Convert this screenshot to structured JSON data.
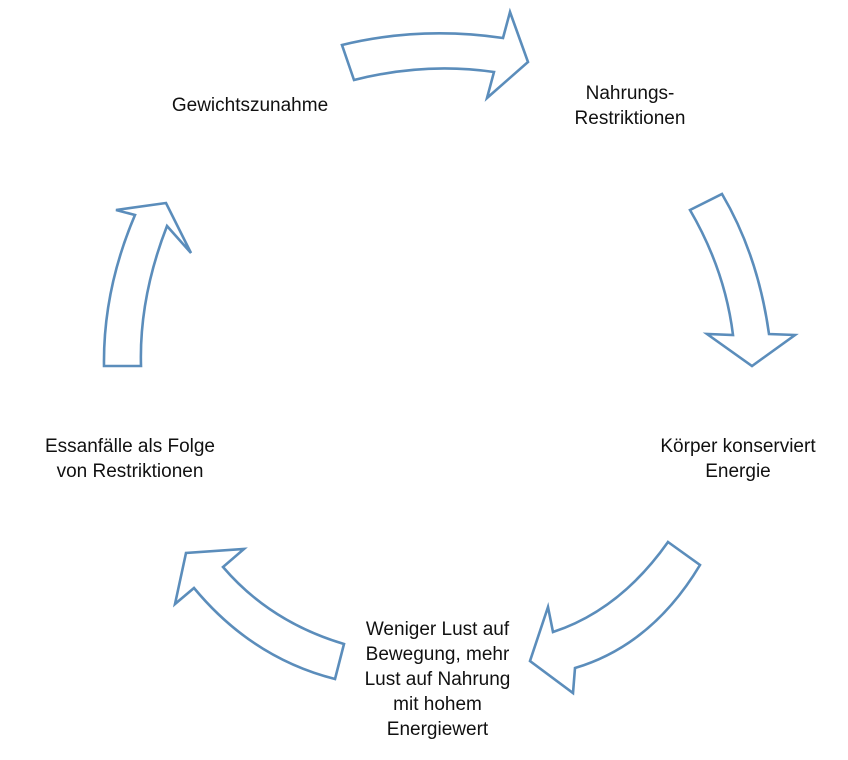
{
  "diagram": {
    "arrow_color": "#5b8dbb",
    "text_color": "#111111",
    "nodes": [
      {
        "id": "gewicht",
        "label": "Gewichtszunahme"
      },
      {
        "id": "nahrung",
        "label": "Nahrungs-\nRestriktionen"
      },
      {
        "id": "koerper",
        "label": "Körper konserviert\nEnergie"
      },
      {
        "id": "lust",
        "label": "Weniger Lust auf\nBewegung, mehr\nLust auf Nahrung\nmit hohem\nEnergiewert"
      },
      {
        "id": "essanfall",
        "label": "Essanfälle als Folge\nvon Restriktionen"
      }
    ],
    "arrows": [
      {
        "from": "gewicht",
        "to": "nahrung",
        "icon": "curved-arrow-right-icon"
      },
      {
        "from": "nahrung",
        "to": "koerper",
        "icon": "curved-arrow-down-icon"
      },
      {
        "from": "koerper",
        "to": "lust",
        "icon": "curved-arrow-down-left-icon"
      },
      {
        "from": "lust",
        "to": "essanfall",
        "icon": "curved-arrow-up-left-icon"
      },
      {
        "from": "essanfall",
        "to": "gewicht",
        "icon": "curved-arrow-up-icon"
      }
    ]
  }
}
